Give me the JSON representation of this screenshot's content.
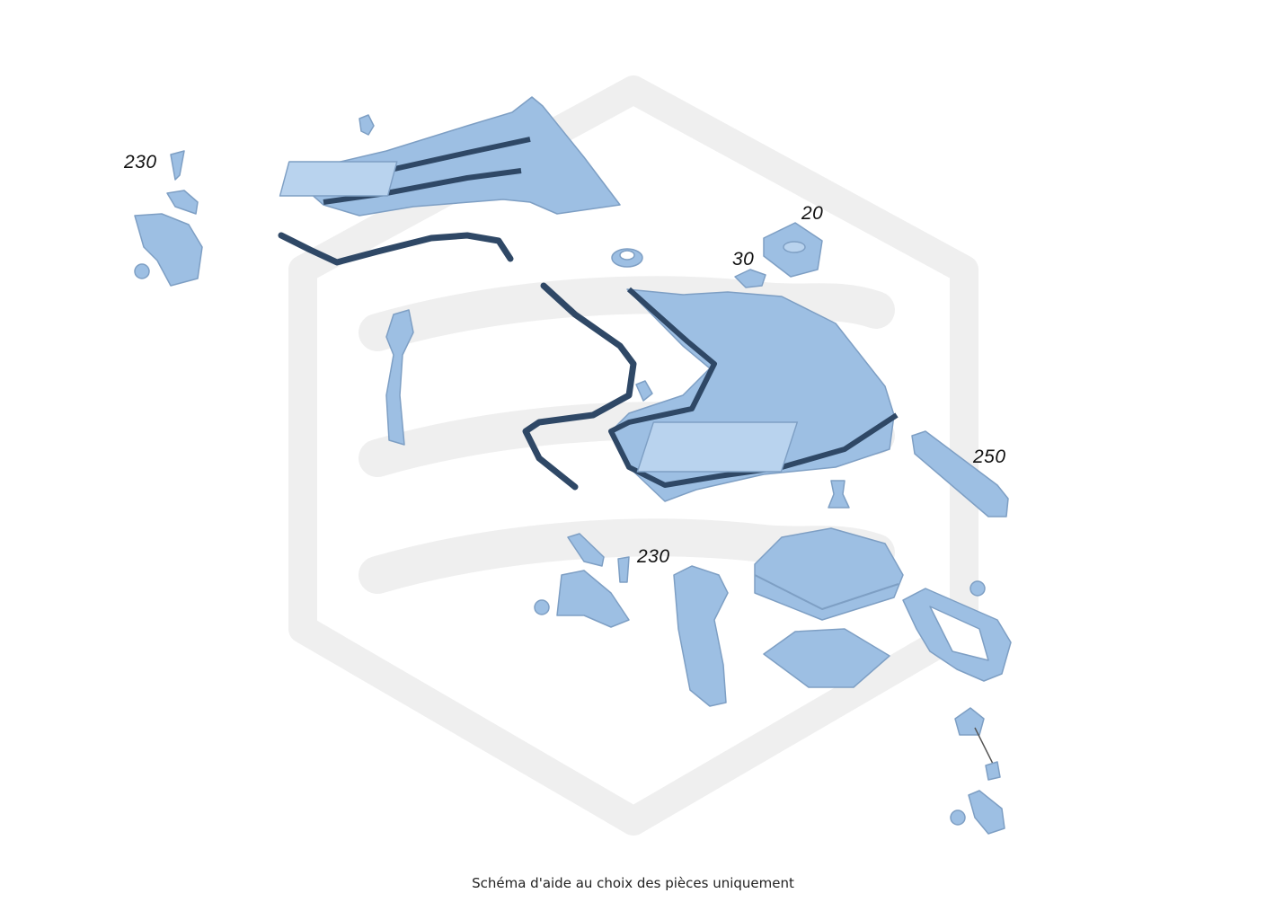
{
  "callouts": {
    "part_230_top": "230",
    "part_20": "20",
    "part_30": "30",
    "part_250": "250",
    "part_230_bottom": "230"
  },
  "caption": "Schéma d'aide au choix des pièces uniquement",
  "colors": {
    "part_fill": "#9dbfe3",
    "part_stroke": "#7e9fc4",
    "seal": "#2f4866",
    "watermark": "#efefef",
    "text": "#111111"
  }
}
